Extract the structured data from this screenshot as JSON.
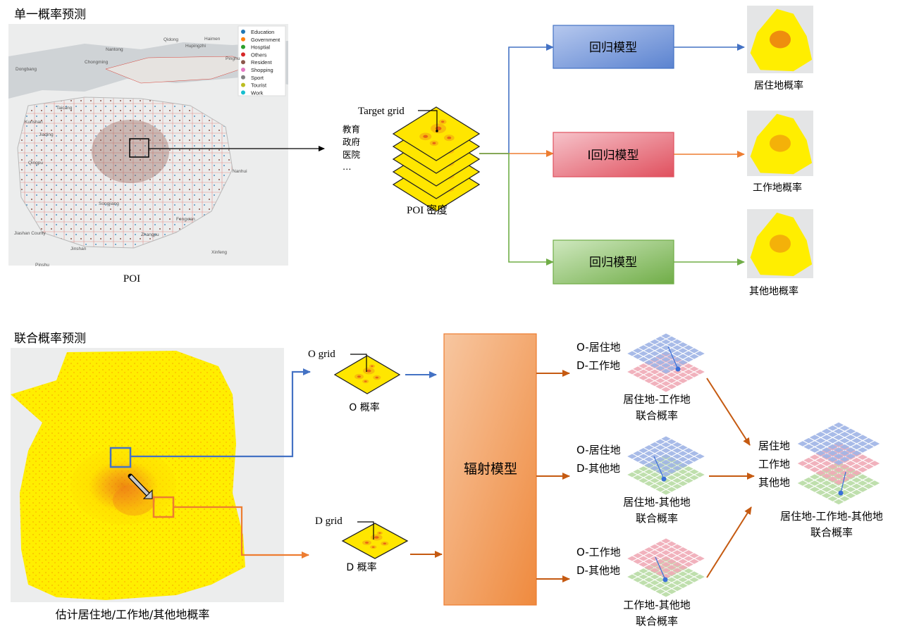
{
  "sections": {
    "single": "单一概率预测",
    "joint": "联合概率预测"
  },
  "poi_map": {
    "caption": "POI",
    "legend": [
      {
        "label": "Education",
        "color": "#1f77b4"
      },
      {
        "label": "Government",
        "color": "#ff7f0e"
      },
      {
        "label": "Hosptial",
        "color": "#2ca02c"
      },
      {
        "label": "Others",
        "color": "#d62728"
      },
      {
        "label": "Resident",
        "color": "#8c564b"
      },
      {
        "label": "Shopping",
        "color": "#e377c2"
      },
      {
        "label": "Sport",
        "color": "#7f7f7f"
      },
      {
        "label": "Tourist",
        "color": "#bcbd22"
      },
      {
        "label": "Work",
        "color": "#17becf"
      }
    ],
    "places": [
      "Qidong",
      "Haimen",
      "Hupingzhi",
      "Nantong",
      "Dongbang",
      "Chongming",
      "Taicang",
      "Kunshan",
      "Jiading",
      "Qingpu",
      "Songjiang",
      "Jinshan",
      "Pinghu",
      "Jiashan County",
      "Zhangpu",
      "Fengxian",
      "Nanhui",
      "Xinfeng",
      "Pinshu"
    ]
  },
  "poi_stack": {
    "target_grid": "Target grid",
    "categories": [
      "教育",
      "政府",
      "医院",
      "…"
    ],
    "caption": "POI 密度"
  },
  "models": [
    {
      "label": "回归模型",
      "color": "#4472c4"
    },
    {
      "label": "I回归模型",
      "color": "#e0505e"
    },
    {
      "label": "回归模型",
      "color": "#70ad47"
    }
  ],
  "outputs": [
    "居住地概率",
    "工作地概率",
    "其他地概率"
  ],
  "estimate_caption": "估计居住地/工作地/其他地概率",
  "o_grid": {
    "label": "O grid",
    "caption": "O 概率"
  },
  "d_grid": {
    "label": "D grid",
    "caption": "D 概率"
  },
  "radiation_model": "辐射模型",
  "pairs": [
    {
      "top": "O-居住地",
      "bottom": "D-工作地",
      "caption1": "居住地-工作地",
      "caption2": "联合概率",
      "colors": [
        "#9eb4e6",
        "#f0aab6"
      ]
    },
    {
      "top": "O-居住地",
      "bottom": "D-其他地",
      "caption1": "居住地-其他地",
      "caption2": "联合概率",
      "colors": [
        "#9eb4e6",
        "#b8dca4"
      ]
    },
    {
      "top": "O-工作地",
      "bottom": "D-其他地",
      "caption1": "工作地-其他地",
      "caption2": "联合概率",
      "colors": [
        "#f0aab6",
        "#b8dca4"
      ]
    }
  ],
  "triple": {
    "labels": [
      "居住地",
      "工作地",
      "其他地"
    ],
    "caption1": "居住地-工作地-其他地",
    "caption2": "联合概率",
    "colors": [
      "#9eb4e6",
      "#f0aab6",
      "#b8dca4"
    ]
  },
  "arrow_colors": {
    "blue": "#4472c4",
    "orange": "#ed7d31",
    "green": "#70ad47",
    "dark_orange": "#c55a11",
    "black": "#000000"
  }
}
